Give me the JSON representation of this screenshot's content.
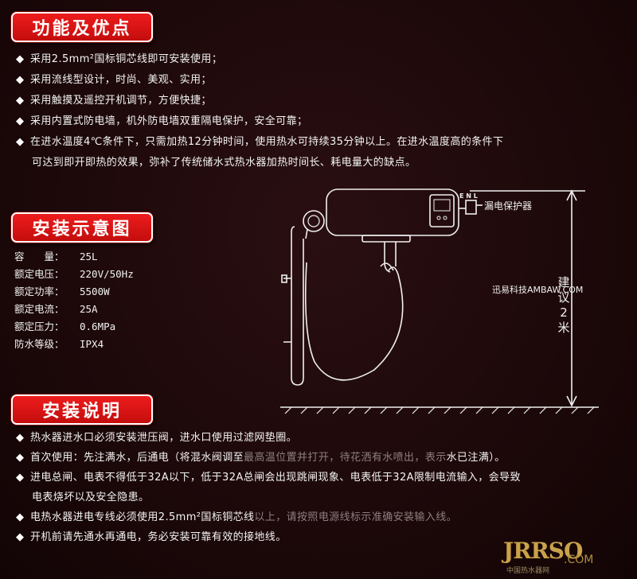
{
  "sections": {
    "features_title": "功能及优点",
    "install_diagram_title": "安装示意图",
    "install_notes_title": "安装说明"
  },
  "features": [
    "采用2.5mm²国标铜芯线即可安装使用；",
    "采用流线型设计，时尚、美观、实用；",
    "采用触摸及遥控开机调节，方便快捷；",
    "采用内置式防电墙，机外防电墙双重隔电保护，安全可靠；",
    "在进水温度4℃条件下，只需加热12分钟时间，使用热水可持续35分钟以上。在进水温度高的条件下",
    "可达到即开即热的效果，弥补了传统储水式热水器加热时间长、耗电量大的缺点。"
  ],
  "specs": [
    {
      "label": "容　　量：",
      "value": "25L"
    },
    {
      "label": "额定电压：",
      "value": "220V/50Hz"
    },
    {
      "label": "额定功率：",
      "value": "5500W"
    },
    {
      "label": "额定电流：",
      "value": "25A"
    },
    {
      "label": "额定压力：",
      "value": "0.6MPa"
    },
    {
      "label": "防水等级：",
      "value": "IPX4"
    }
  ],
  "install_notes": {
    "n1": "热水器进水口必须安装泄压阀，进水口使用过滤网垫圈。",
    "n2a": "首次使用：先注满水，后通电（将混水阀调至",
    "n2b": "最高温位置并打开，待花洒有水喷出，表示",
    "n2c": "水已注满）。",
    "n3": "进电总闸、电表不得低于32A以下，低于32A总闸会出现跳闸现象、电表低于32A限制电流输入，会导致",
    "n3b": "电表烧坏以及安全隐患。",
    "n4a": "电热水器进电专线必须使用2.5mm²国标铜芯线",
    "n4b": "以上，请按照电源线标示准确安装输入线。",
    "n5": "开机前请先通水再通电，务必安装可靠有效的接地线。"
  },
  "diagram": {
    "enl_label": "E N L",
    "leakage_protector": "漏电保护器",
    "height_label": [
      "建",
      "议",
      "2",
      "米"
    ]
  },
  "watermark": "迅易科技AMBAW.COM",
  "logo": {
    "main": "JRRSO",
    "com": ".COM",
    "sub": "中国热水器网"
  }
}
